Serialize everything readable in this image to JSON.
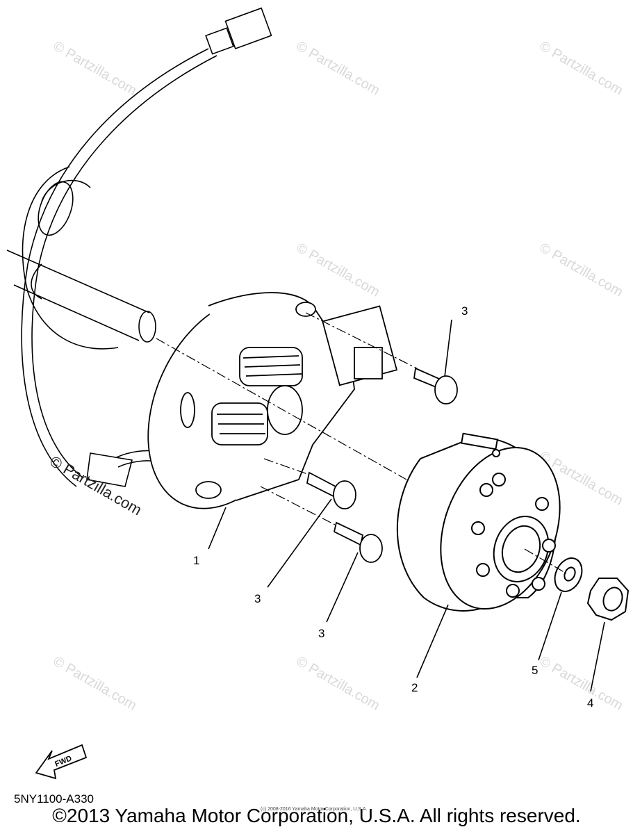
{
  "callouts": [
    {
      "id": "stator",
      "text": "1"
    },
    {
      "id": "rotor",
      "text": "2"
    },
    {
      "id": "screw-top",
      "text": "3"
    },
    {
      "id": "screw-mid",
      "text": "3"
    },
    {
      "id": "screw-low",
      "text": "3"
    },
    {
      "id": "nut",
      "text": "4"
    },
    {
      "id": "washer",
      "text": "5"
    }
  ],
  "fwd_label": "FWD",
  "watermark": {
    "text": "Partzilla.com",
    "mark": "©"
  },
  "diagram_code": "5NY1100-A330",
  "fine_print": "(c) 2008-2016 Yamaha Motor Corporation, U.S.A.",
  "copyright": "©2013 Yamaha Motor Corporation, U.S.A. All rights reserved."
}
